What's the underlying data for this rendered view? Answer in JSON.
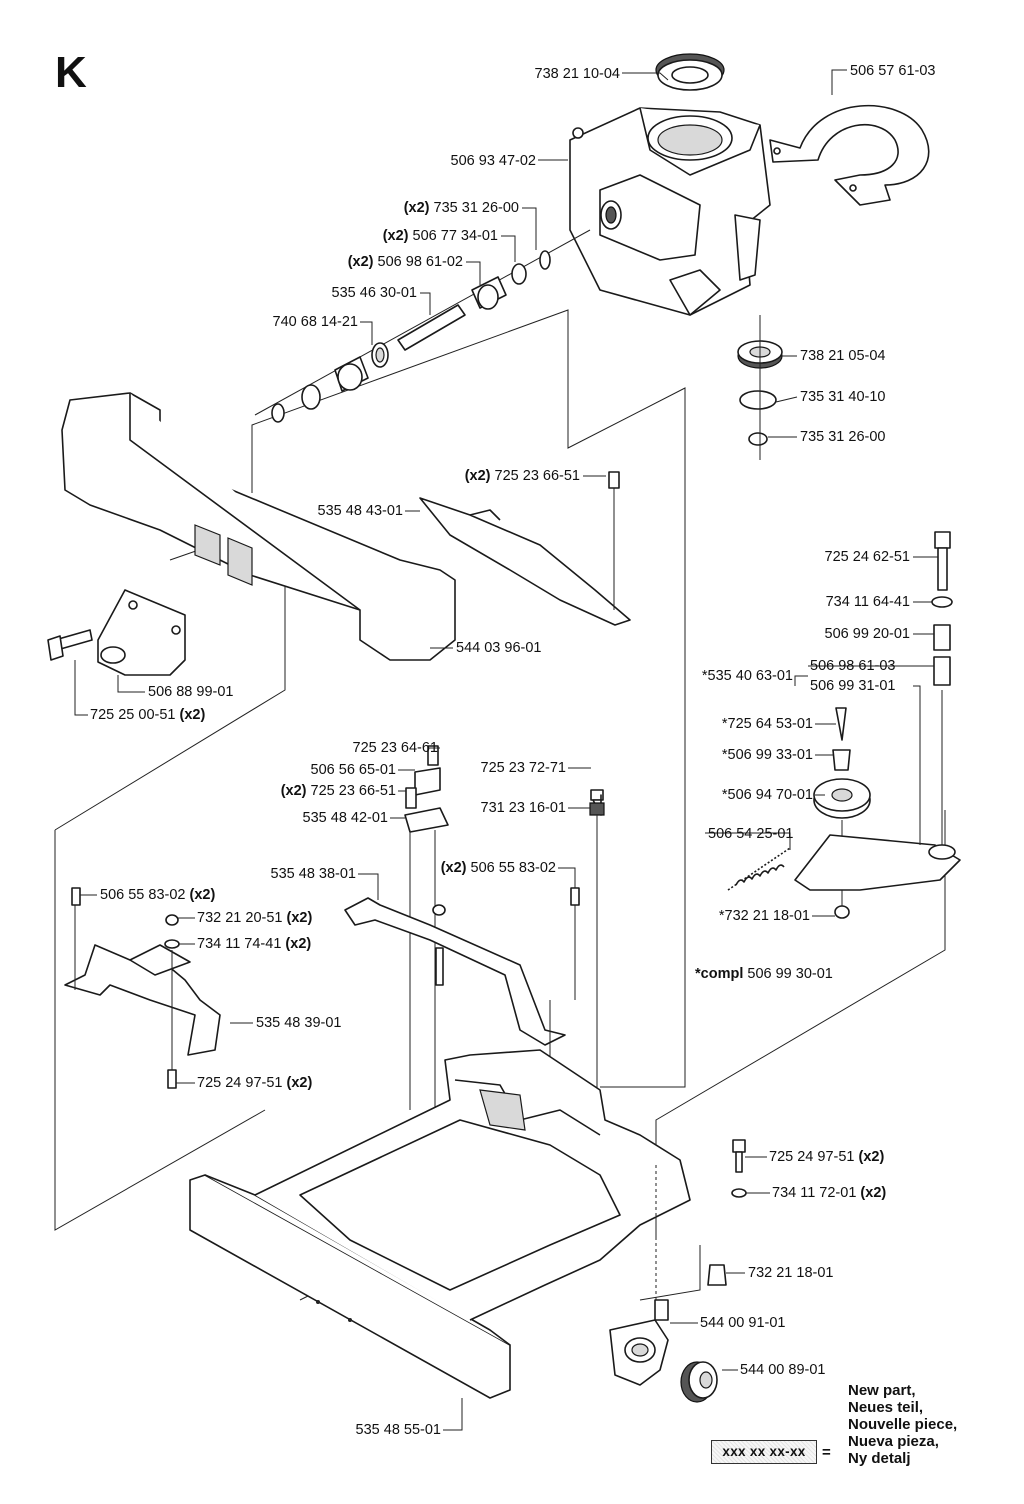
{
  "section_letter": "K",
  "parts": [
    {
      "id": "p1",
      "number": "738 21 10-04",
      "qty": ""
    },
    {
      "id": "p2",
      "number": "506 57 61-03",
      "qty": ""
    },
    {
      "id": "p3",
      "number": "506 93 47-02",
      "qty": ""
    },
    {
      "id": "p4",
      "number": "735 31 26-00",
      "qty": "(x2)"
    },
    {
      "id": "p5",
      "number": "506 77 34-01",
      "qty": "(x2)"
    },
    {
      "id": "p6",
      "number": "506 98 61-02",
      "qty": "(x2)"
    },
    {
      "id": "p7",
      "number": "535 46 30-01",
      "qty": ""
    },
    {
      "id": "p8",
      "number": "740 68 14-21",
      "qty": ""
    },
    {
      "id": "p9",
      "number": "738 21 05-04",
      "qty": ""
    },
    {
      "id": "p10",
      "number": "735 31 40-10",
      "qty": ""
    },
    {
      "id": "p11",
      "number": "735 31 26-00",
      "qty": ""
    },
    {
      "id": "p12",
      "number": "725 23 66-51",
      "qty": "(x2)"
    },
    {
      "id": "p13",
      "number": "535 48 43-01",
      "qty": ""
    },
    {
      "id": "p14",
      "number": "725 24 62-51",
      "qty": ""
    },
    {
      "id": "p15",
      "number": "734 11 64-41",
      "qty": ""
    },
    {
      "id": "p16",
      "number": "506 99 20-01",
      "qty": ""
    },
    {
      "id": "p17",
      "number": "506 98 61-03",
      "qty": ""
    },
    {
      "id": "p18",
      "number": "506 99 31-01",
      "qty": ""
    },
    {
      "id": "p19",
      "number": "*535 40 63-01",
      "qty": ""
    },
    {
      "id": "p20",
      "number": "544 03 96-01",
      "qty": ""
    },
    {
      "id": "p21",
      "number": "506 88 99-01",
      "qty": ""
    },
    {
      "id": "p22",
      "number": "725 25 00-51",
      "qty": "(x2)"
    },
    {
      "id": "p23",
      "number": "*725 64 53-01",
      "qty": ""
    },
    {
      "id": "p24",
      "number": "*506 99 33-01",
      "qty": ""
    },
    {
      "id": "p25",
      "number": "*506 94 70-01",
      "qty": ""
    },
    {
      "id": "p26",
      "number": "725 23 64-61",
      "qty": ""
    },
    {
      "id": "p27",
      "number": "506 56 65-01",
      "qty": ""
    },
    {
      "id": "p28",
      "number": "725 23 66-51",
      "qty": "(x2)"
    },
    {
      "id": "p29",
      "number": "535 48 42-01",
      "qty": ""
    },
    {
      "id": "p30",
      "number": "725 23 72-71",
      "qty": ""
    },
    {
      "id": "p31",
      "number": "731 23 16-01",
      "qty": ""
    },
    {
      "id": "p32",
      "number": "506 54 25-01",
      "qty": ""
    },
    {
      "id": "p33",
      "number": "*732 21 18-01",
      "qty": ""
    },
    {
      "id": "p34",
      "number": "535 48 38-01",
      "qty": ""
    },
    {
      "id": "p35",
      "number": "506 55 83-02",
      "qty": "(x2)"
    },
    {
      "id": "p36",
      "number": "506 55 83-02",
      "qty": "(x2)"
    },
    {
      "id": "p37",
      "number": "732 21 20-51",
      "qty": "(x2)"
    },
    {
      "id": "p38",
      "number": "734 11 74-41",
      "qty": "(x2)"
    },
    {
      "id": "p39",
      "number": "535 48 39-01",
      "qty": ""
    },
    {
      "id": "p40",
      "number": "725 24 97-51",
      "qty": "(x2)"
    },
    {
      "id": "p41",
      "number": "725 24 97-51",
      "qty": "(x2)"
    },
    {
      "id": "p42",
      "number": "734 11 72-01",
      "qty": "(x2)"
    },
    {
      "id": "p43",
      "number": "732 21 18-01",
      "qty": ""
    },
    {
      "id": "p44",
      "number": "544 00 91-01",
      "qty": ""
    },
    {
      "id": "p45",
      "number": "544 00 89-01",
      "qty": ""
    },
    {
      "id": "p46",
      "number": "535 48 55-01",
      "qty": ""
    }
  ],
  "compl": {
    "label": "*compl",
    "number": "506 99 30-01"
  },
  "legend": {
    "box_text": "xxx xx xx-xx",
    "equals": "=",
    "lines": [
      "New part,",
      "Neues teil,",
      "Nouvelle piece,",
      "Nueva pieza,",
      "Ny detalj"
    ]
  }
}
